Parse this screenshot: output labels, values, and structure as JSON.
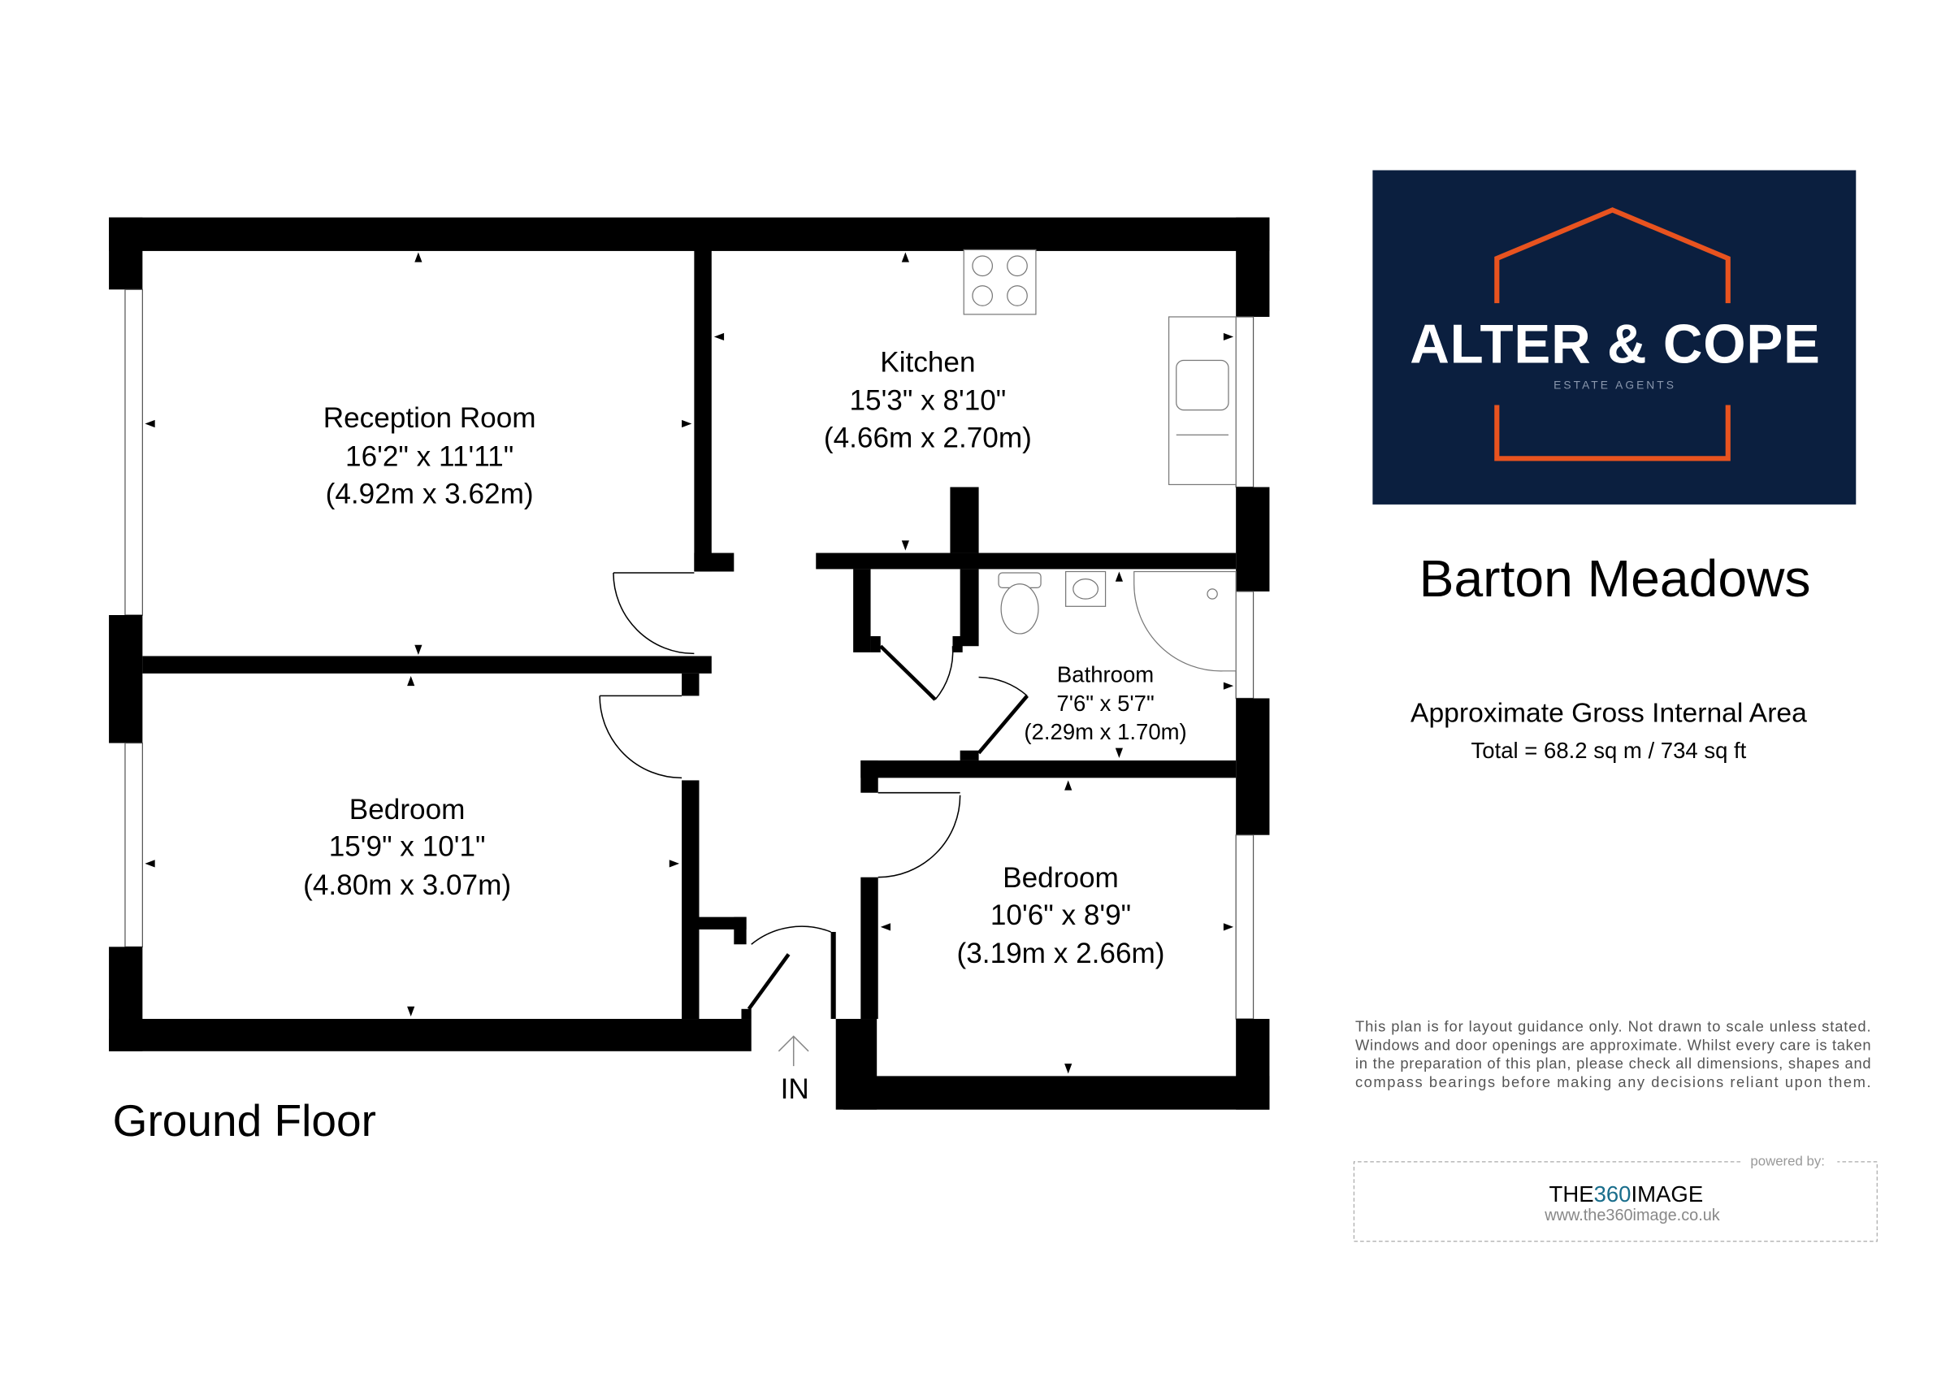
{
  "floor_label": "Ground Floor",
  "entrance_label": "IN",
  "rooms": [
    {
      "name": "Reception Room",
      "imperial": "16'2\" x 11'11\"",
      "metric": "(4.92m x 3.62m)"
    },
    {
      "name": "Kitchen",
      "imperial": "15'3\" x 8'10\"",
      "metric": "(4.66m x 2.70m)"
    },
    {
      "name": "Bathroom",
      "imperial": "7'6\" x 5'7\"",
      "metric": "(2.29m x 1.70m)"
    },
    {
      "name": "Bedroom",
      "imperial": "15'9\" x 10'1\"",
      "metric": "(4.80m x 3.07m)"
    },
    {
      "name": "Bedroom",
      "imperial": "10'6\" x 8'9\"",
      "metric": "(3.19m x 2.66m)"
    }
  ],
  "logo": {
    "brand": "ALTER & COPE",
    "tagline": "ESTATE AGENTS",
    "bg_color": "#0b1f3f",
    "accent_color": "#e8531f"
  },
  "property_name": "Barton Meadows",
  "area": {
    "heading": "Approximate Gross Internal Area",
    "total": "Total = 68.2 sq m / 734 sq ft"
  },
  "disclaimer": [
    "This plan is for layout guidance only. Not drawn to scale unless stated.",
    "Windows and door openings are approximate. Whilst every care is taken",
    "in the preparation of this plan, please check all dimensions, shapes and",
    "compass bearings before making any decisions reliant upon them."
  ],
  "credit": {
    "powered_by": "powered by:",
    "brand_a": "THE",
    "brand_b": "360",
    "brand_c": "IMAGE",
    "url": "www.the360image.co.uk",
    "brand_color": "#1a6e8c"
  }
}
